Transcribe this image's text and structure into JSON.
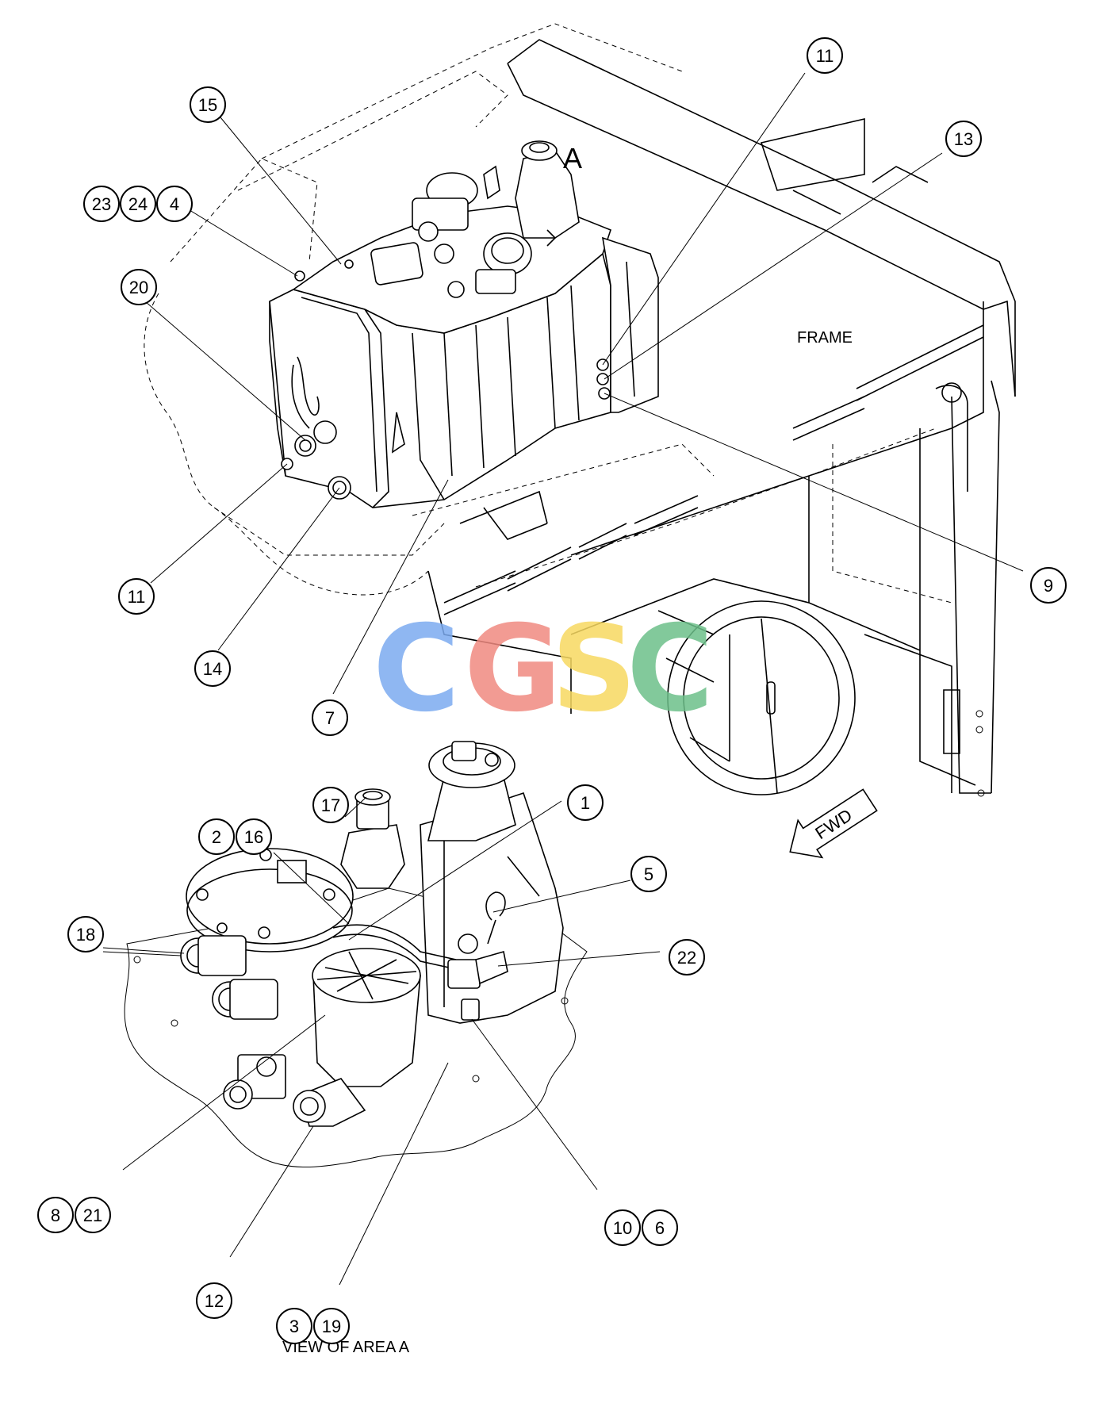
{
  "labels": {
    "frame": "FRAME",
    "area": "A",
    "view": "VIEW OF AREA A",
    "fwd": "FWD"
  },
  "watermark": {
    "letters": [
      {
        "char": "C",
        "color": "#7baaf0"
      },
      {
        "char": "G",
        "color": "#f08a80"
      },
      {
        "char": "S",
        "color": "#f7d860"
      },
      {
        "char": "C",
        "color": "#6cc08a"
      }
    ]
  },
  "callouts": {
    "c15": "15",
    "c23": "23",
    "c24": "24",
    "c4": "4",
    "c20": "20",
    "c11a": "11",
    "c14": "14",
    "c7": "7",
    "c11b": "11",
    "c13": "13",
    "c9": "9",
    "c17": "17",
    "c2": "2",
    "c16": "16",
    "c1": "1",
    "c18": "18",
    "c5": "5",
    "c22": "22",
    "c8": "8",
    "c21": "21",
    "c10": "10",
    "c6": "6",
    "c12": "12",
    "c3": "3",
    "c19": "19"
  }
}
